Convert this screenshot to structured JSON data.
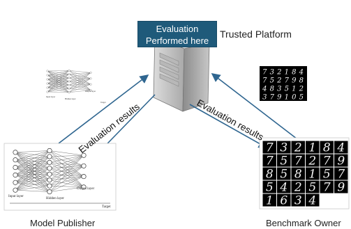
{
  "eval_box": {
    "line1": "Evaluation",
    "line2": "Performed here"
  },
  "trusted_platform_label": "Trusted Platform",
  "left_arrow_label": "Evaluation results",
  "right_arrow_label": "Evaluation results",
  "model_publisher_label": "Model Publisher",
  "benchmark_owner_label": "Benchmark Owner",
  "nn_small": {
    "input_label": "Input layer",
    "hidden_label": "Hidden layer",
    "output_label": "Output layer",
    "target_label": "Target"
  },
  "nn_large": {
    "input_label": "Input layer",
    "hidden_label": "Hidden layer",
    "output_label": "Output layer",
    "target_label": "Target"
  },
  "mnist_small_digits": [
    "7",
    "3",
    "2",
    "1",
    "8",
    "4",
    "7",
    "5",
    "2",
    "7",
    "9",
    "8",
    "4",
    "8",
    "3",
    "5",
    "1",
    "2",
    "3",
    "7",
    "9",
    "1",
    "0",
    "5"
  ],
  "mnist_large_digits": [
    "7",
    "3",
    "2",
    "1",
    "8",
    "4",
    "7",
    "5",
    "7",
    "2",
    "7",
    "9",
    "8",
    "5",
    "8",
    "1",
    "5",
    "7",
    "5",
    "4",
    "2",
    "5",
    "7",
    "9",
    "1",
    "6",
    "3",
    "4"
  ],
  "colors": {
    "arrow": "#2f6690",
    "box_fill": "#1f5a7a"
  }
}
